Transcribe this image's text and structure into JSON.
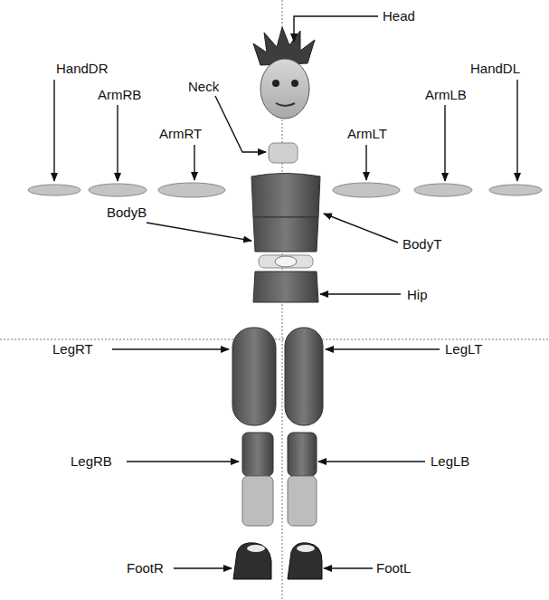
{
  "diagram": {
    "labels": [
      "Head",
      "HandDR",
      "Neck",
      "HandDL",
      "ArmRB",
      "ArmLB",
      "ArmRT",
      "ArmLT",
      "BodyB",
      "BodyT",
      "Hip",
      "LegRT",
      "LegLT",
      "LegRB",
      "LegLB",
      "FootR",
      "FootL"
    ]
  }
}
